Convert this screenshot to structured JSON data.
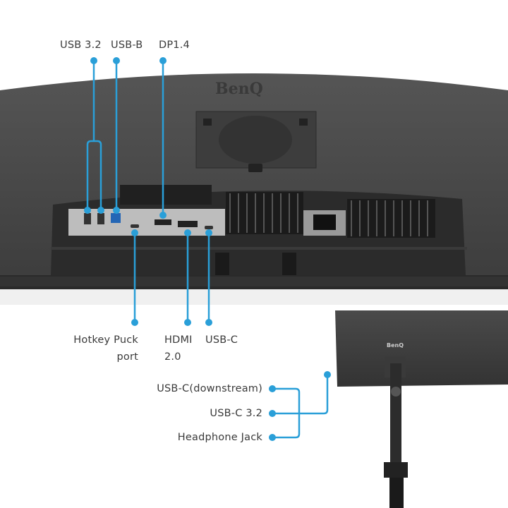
{
  "brand": "BenQ",
  "accent_color": "#2a9fd8",
  "top_labels": {
    "usb32": "USB 3.2",
    "usbb": "USB-B",
    "dp": "DP1.4"
  },
  "bottom_labels": {
    "hotkey_line1": "Hotkey Puck",
    "hotkey_line2": "port",
    "hdmi_line1": "HDMI",
    "hdmi_line2": "2.0",
    "usbc": "USB-C"
  },
  "side_labels": {
    "usbc_downstream": "USB-C(downstream)",
    "usbc32": "USB-C 3.2",
    "headphone": "Headphone Jack"
  }
}
